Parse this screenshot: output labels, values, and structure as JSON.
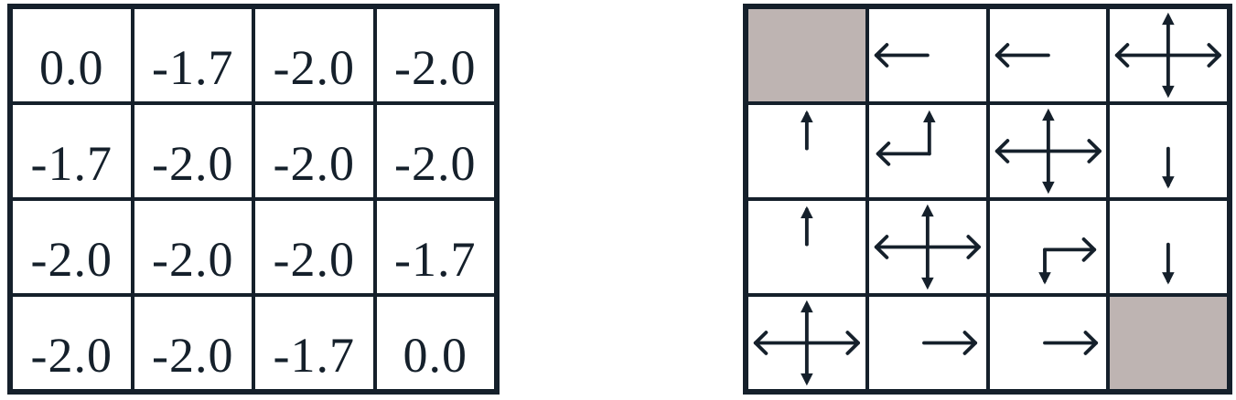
{
  "values": [
    [
      "0.0",
      "-1.7",
      "-2.0",
      "-2.0"
    ],
    [
      "-1.7",
      "-2.0",
      "-2.0",
      "-2.0"
    ],
    [
      "-2.0",
      "-2.0",
      "-2.0",
      "-1.7"
    ],
    [
      "-2.0",
      "-2.0",
      "-1.7",
      "0.0"
    ]
  ],
  "policy": [
    [
      "terminal",
      "left",
      "left",
      "left-right-up-down"
    ],
    [
      "up",
      "left-up",
      "left-right-up-down",
      "down"
    ],
    [
      "up",
      "left-right-up-down",
      "right-down",
      "down"
    ],
    [
      "left-right-up-down",
      "right",
      "right",
      "terminal"
    ]
  ],
  "colors": {
    "grid_line": "#15202b",
    "terminal_fill": "#beb4b2",
    "arrow": "#15202b"
  }
}
